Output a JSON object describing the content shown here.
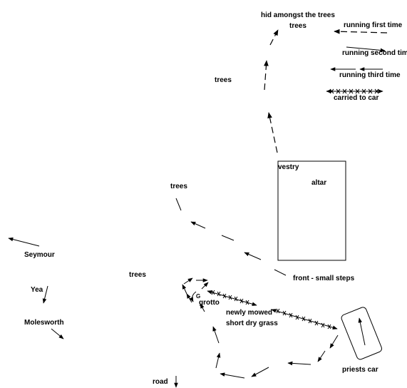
{
  "labels": {
    "hid": "hid amongst the trees",
    "trees_top": "trees",
    "trees_mid_top": "trees",
    "trees_mid": "trees",
    "trees_left": "trees",
    "vestry": "vestry",
    "altar": "altar",
    "front_steps": "front - small steps",
    "grotto": "grotto",
    "g_mark": "G",
    "mowed1": "newly mowed",
    "mowed2": "short dry grass",
    "priests_car": "priests car",
    "road": "road",
    "seymour": "Seymour",
    "yea": "Yea",
    "molesworth": "Molesworth"
  },
  "legend": {
    "first": "running first time",
    "second": "running second time",
    "third": "running third time",
    "carried": "carried to car"
  }
}
